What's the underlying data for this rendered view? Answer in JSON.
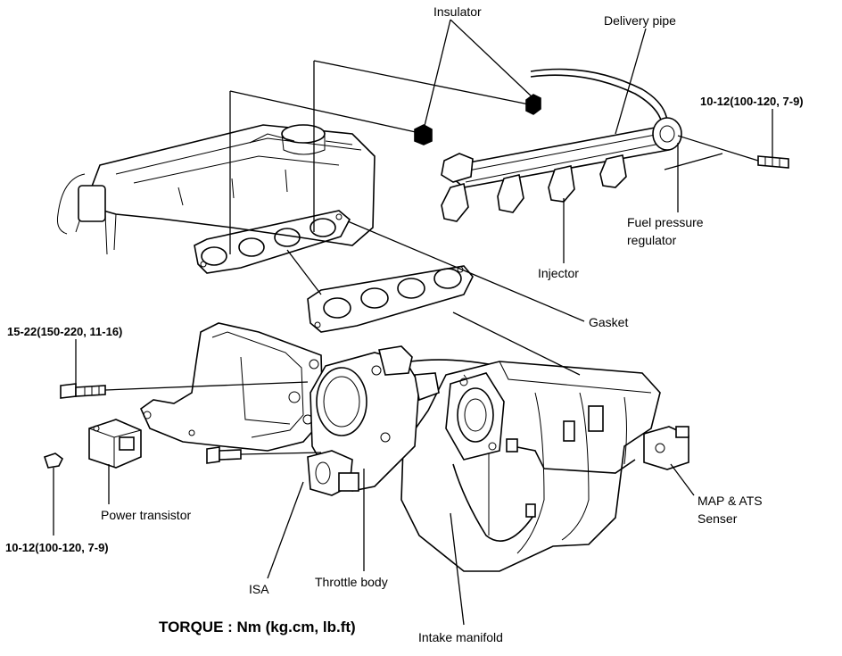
{
  "labels": {
    "insulator": "Insulator",
    "delivery_pipe": "Delivery pipe",
    "torque_delivery": "10-12(100-120, 7-9)",
    "fuel_pressure_1": "Fuel pressure",
    "fuel_pressure_2": "regulator",
    "injector": "Injector",
    "gasket": "Gasket",
    "torque_throttle": "15-22(150-220, 11-16)",
    "power_transistor": "Power transistor",
    "torque_transistor": "10-12(100-120, 7-9)",
    "map_ats_1": "MAP & ATS",
    "map_ats_2": "Senser",
    "isa": "ISA",
    "throttle_body": "Throttle body",
    "intake_manifold": "Intake manifold",
    "torque_title": "TORQUE : Nm (kg.cm, lb.ft)"
  }
}
